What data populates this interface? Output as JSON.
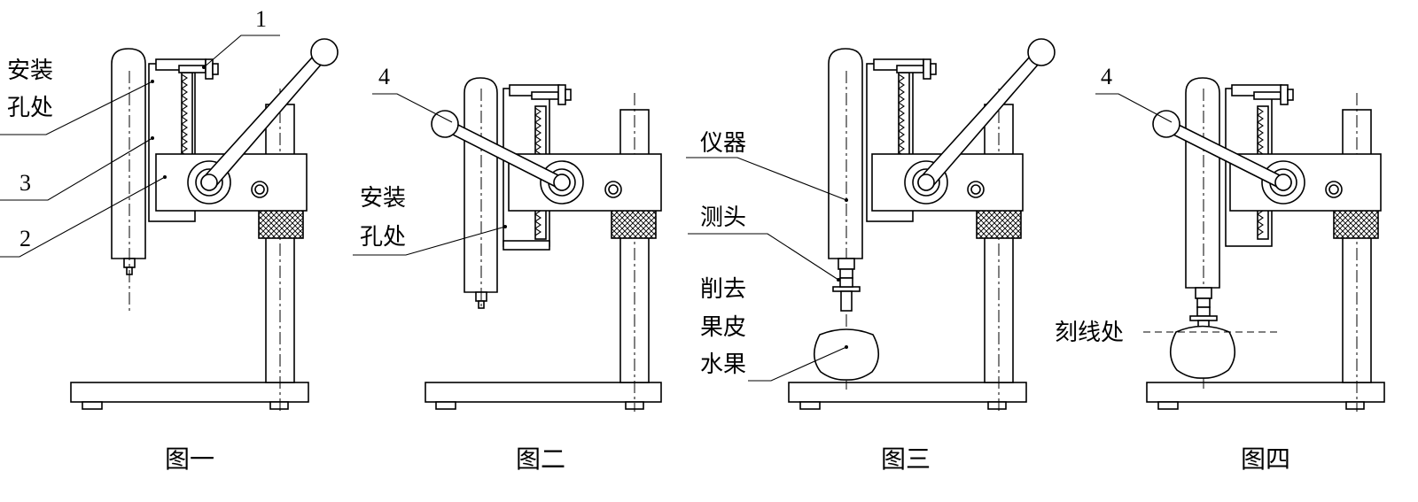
{
  "figures": [
    {
      "caption": "图一",
      "labels": {
        "part1": "1",
        "part3": "3",
        "part2": "2",
        "mount_line1": "安装",
        "mount_line2": "孔处"
      }
    },
    {
      "caption": "图二",
      "labels": {
        "part4": "4",
        "mount_line1": "安装",
        "mount_line2": "孔处"
      }
    },
    {
      "caption": "图三",
      "labels": {
        "instrument": "仪器",
        "probe": "测头",
        "fruit_line1": "削去",
        "fruit_line2": "果皮",
        "fruit_line3": "水果"
      }
    },
    {
      "caption": "图四",
      "labels": {
        "part4": "4",
        "mark": "刻线处"
      }
    }
  ]
}
